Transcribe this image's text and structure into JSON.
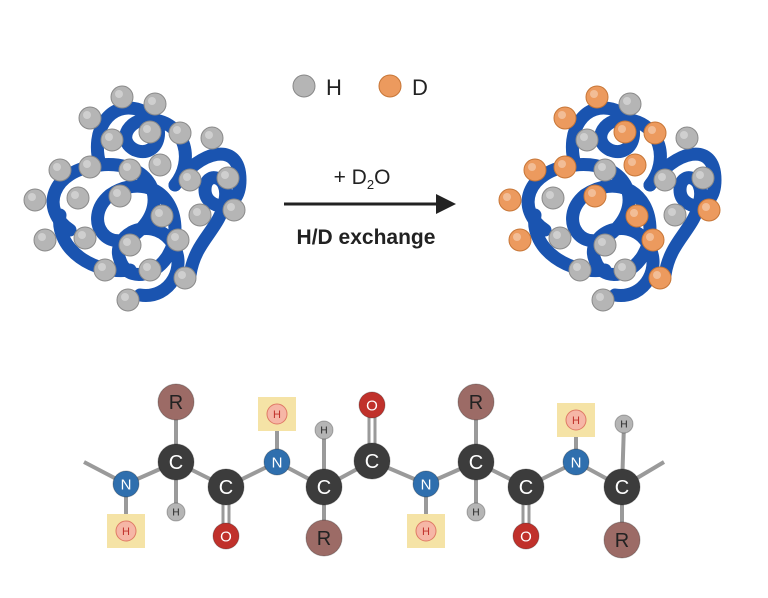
{
  "legend": {
    "h_label": "H",
    "d_label": "D"
  },
  "arrow": {
    "reagent_prefix": "+ D",
    "reagent_subscript": "2",
    "reagent_suffix": "O",
    "caption": "H/D exchange"
  },
  "colors": {
    "backbone": "#1a54b0",
    "backbone_dark": "#0d3a86",
    "hydrogen": "#b5b5b5",
    "deuterium": "#ec9a5e",
    "carbon": "#3c3c3c",
    "nitrogen": "#2f6fae",
    "oxygen": "#c0312b",
    "r_group": "#9c6b66",
    "exchange_highlight": "#f5e3a6",
    "exchange_h": "#f6b6a6",
    "exchange_h_text": "#c0312b",
    "bond": "#9a9a9a"
  },
  "molecule": {
    "atoms": {
      "carbon": "C",
      "nitrogen": "N",
      "oxygen": "O",
      "r_group": "R",
      "hydrogen": "H"
    }
  }
}
